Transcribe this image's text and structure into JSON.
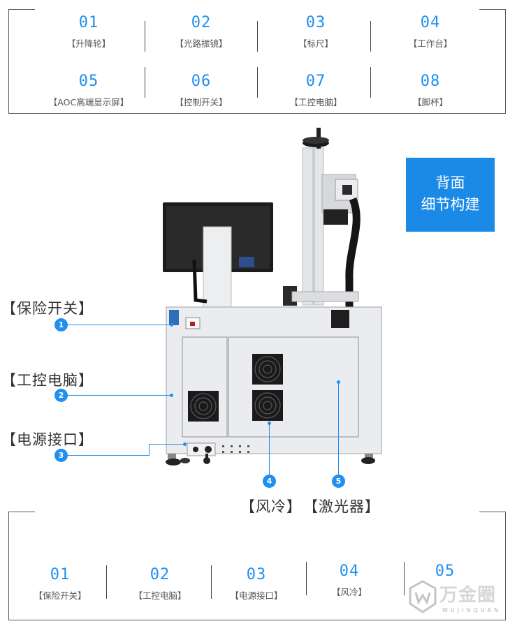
{
  "top_grid": [
    {
      "num": "01",
      "label": "【升降轮】"
    },
    {
      "num": "02",
      "label": "【光路振镜】"
    },
    {
      "num": "03",
      "label": "【标尺】"
    },
    {
      "num": "04",
      "label": "【工作台】"
    },
    {
      "num": "05",
      "label": "【AOC高端显示屏】"
    },
    {
      "num": "06",
      "label": "【控制开关】"
    },
    {
      "num": "07",
      "label": "【工控电脑】"
    },
    {
      "num": "08",
      "label": "【脚杯】"
    }
  ],
  "badge": {
    "line1": "背面",
    "line2": "细节构建"
  },
  "callouts": [
    {
      "num": "1",
      "label": "【保险开关】"
    },
    {
      "num": "2",
      "label": "【工控电脑】"
    },
    {
      "num": "3",
      "label": "【电源接口】"
    },
    {
      "num": "4",
      "label": "【风冷】"
    },
    {
      "num": "5",
      "label": "【激光器】"
    }
  ],
  "bottom_grid": [
    {
      "num": "01",
      "label": "【保险开关】"
    },
    {
      "num": "02",
      "label": "【工控电脑】"
    },
    {
      "num": "03",
      "label": "【电源接口】"
    },
    {
      "num": "04",
      "label": "【风冷】"
    },
    {
      "num": "05",
      "label": ""
    }
  ],
  "watermark": {
    "text": "万金圈",
    "sub": "WUJINQUAN"
  },
  "colors": {
    "accent": "#1f8ff0",
    "badge": "#1a8ae6",
    "machine_body": "#e9ebee"
  }
}
